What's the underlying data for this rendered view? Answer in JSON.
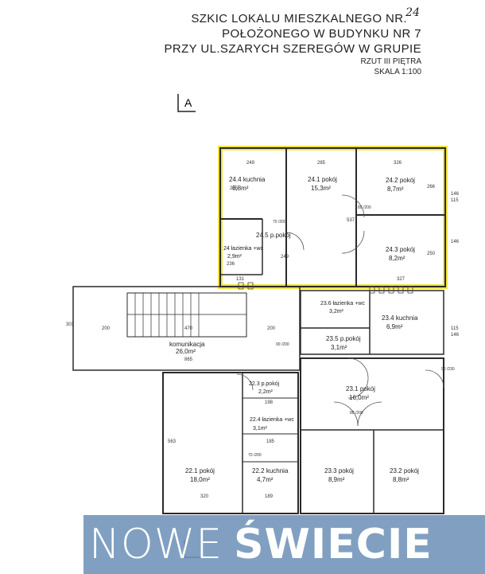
{
  "title": {
    "line1": "SZKIC LOKALU MIESZKALNEGO NR.",
    "handwritten_number": "24",
    "line2": "POŁOŻONEGO W BUDYNKU NR 7",
    "line3": "PRZY UL.SZARYCH SZEREGÓW  W GRUPIE",
    "level": "RZUT III PIĘTRA",
    "scale": "SKALA 1:100"
  },
  "section_marker": "A",
  "highlight_color": "#f0e442",
  "rooms": [
    {
      "id": "24.4",
      "name": "kuchnia",
      "area": "6,8m²"
    },
    {
      "id": "24.1",
      "name": "pokój",
      "area": "15,3m²"
    },
    {
      "id": "24.2",
      "name": "pokój",
      "area": "8,7m²"
    },
    {
      "id": "24.5",
      "name": "p.pokój",
      "area": ""
    },
    {
      "id": "24.3",
      "name": "pokój",
      "area": "8,2m²"
    },
    {
      "id": "24",
      "name": "łazienka +wc",
      "area": "2,9m²"
    },
    {
      "id": "23.6",
      "name": "łazienka +wc",
      "area": "3,2m²"
    },
    {
      "id": "23.4",
      "name": "kuchnia",
      "area": "6,9m²"
    },
    {
      "id": "23.5",
      "name": "p.pokój",
      "area": "3,1m²"
    },
    {
      "id": "",
      "name": "komunikacja",
      "area": "26,0m²"
    },
    {
      "id": "22.3",
      "name": "p.pokój",
      "area": "2,2m²"
    },
    {
      "id": "22.4",
      "name": "łazienka +wc",
      "area": "3,1m²"
    },
    {
      "id": "23.1",
      "name": "pokój",
      "area": "16,0m²"
    },
    {
      "id": "22.1",
      "name": "pokój",
      "area": "18,0m²"
    },
    {
      "id": "22.2",
      "name": "kuchnia",
      "area": "4,7m²"
    },
    {
      "id": "23.3",
      "name": "pokój",
      "area": "8,9m²"
    },
    {
      "id": "23.2",
      "name": "pokój",
      "area": "8,8m²"
    }
  ],
  "dimensions": [
    "249",
    "285",
    "326",
    "275",
    "537",
    "266",
    "250",
    "131",
    "236",
    "249",
    "327",
    "470",
    "200",
    "200",
    "865",
    "303",
    "563",
    "320",
    "189",
    "198",
    "185",
    "146",
    "115",
    "146",
    "115",
    "146"
  ],
  "door_labels": [
    "80 /200",
    "70 /200",
    "90 /200",
    "80 /200",
    "70 /200",
    "90 /230"
  ],
  "banner": {
    "word1": "NOWE",
    "word2": "ŚWIECIE",
    "color": "#6f93b8"
  }
}
